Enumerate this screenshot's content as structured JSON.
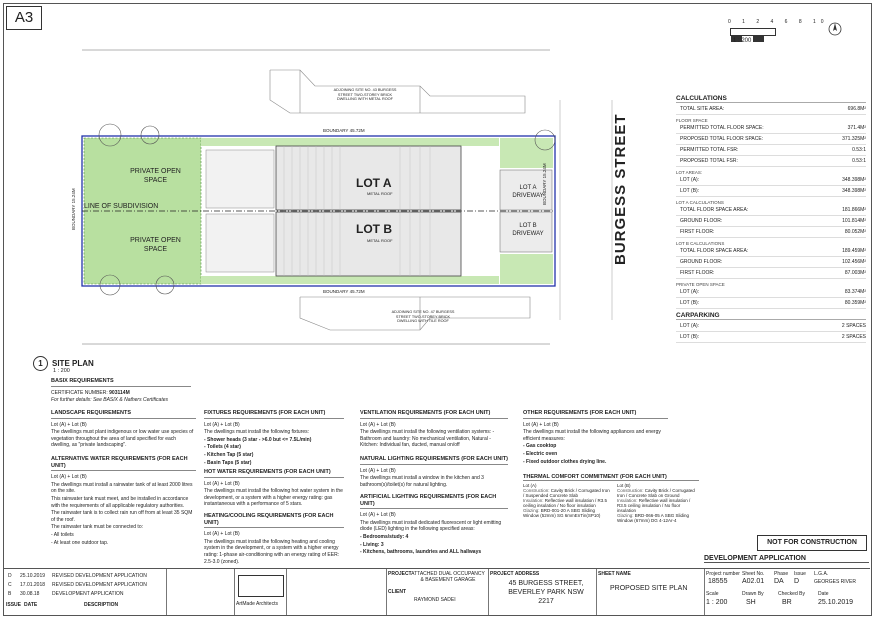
{
  "sheet": {
    "size": "A3",
    "scale_label": "1 : 200",
    "scale_bar_ticks": "0 1 2 4 6 8 10"
  },
  "site_plan": {
    "number": "1",
    "title": "SITE PLAN",
    "scale": "1 : 200",
    "street_name": "BURGESS STREET",
    "lot_a": "LOT A",
    "lot_b": "LOT B",
    "lot_a_driveway": "LOT A DRIVEWAY",
    "lot_b_driveway": "LOT B DRIVEWAY",
    "private_open_space": "PRIVATE OPEN SPACE",
    "line_of_subdivision": "LINE OF SUBDIVISION",
    "boundary_top": "BOUNDARY 45.72M",
    "boundary_bottom": "BOUNDARY 45.72M",
    "boundary_street": "BOUNDARY 15.24M",
    "boundary_rear": "BOUNDARY 15.24M",
    "neighbour_top": "ADJOINING SITE NO. 43 BURGESS STREET TWO-STOREY BRICK DWELLING WITH METAL ROOF",
    "neighbour_bottom": "ADJOINING SITE NO. 47 BURGESS STREET TWO-STOREY BRICK DWELLING WITH TILE ROOF",
    "metal_roof": "METAL ROOF"
  },
  "calculations": {
    "title": "CALCULATIONS",
    "rows_total": [
      [
        "TOTAL SITE AREA:",
        "696.8M²"
      ]
    ],
    "floor_space_title": "FLOOR SPACE",
    "floor_space": [
      [
        "PERMITTED TOTAL FLOOR SPACE:",
        "371.4M²"
      ],
      [
        "PROPOSED TOTAL FLOOR SPACE:",
        "371.325M²"
      ],
      [
        "PERMITTED TOTAL FSR:",
        "0.53:1"
      ],
      [
        "PROPOSED TOTAL FSR:",
        "0.53:1"
      ]
    ],
    "lot_areas_title": "LOT AREAS:",
    "lot_areas": [
      [
        "LOT (A):",
        "348.398M²"
      ],
      [
        "LOT (B):",
        "348.398M²"
      ]
    ],
    "lot_a_title": "LOT A CALCULATIONS",
    "lot_a": [
      [
        "TOTAL FLOOR SPACE AREA:",
        "181.866M²"
      ],
      [
        "GROUND FLOOR:",
        "101.814M²"
      ],
      [
        "FIRST FLOOR:",
        "80.052M²"
      ]
    ],
    "lot_b_title": "LOT B CALCULATIONS",
    "lot_b": [
      [
        "TOTAL FLOOR SPACE AREA:",
        "189.459M²"
      ],
      [
        "GROUND FLOOR:",
        "102.456M²"
      ],
      [
        "FIRST FLOOR:",
        "87.003M²"
      ]
    ],
    "pos_title": "PRIVATE OPEN SPACE",
    "pos": [
      [
        "LOT (A):",
        "83.374M²"
      ],
      [
        "LOT (B):",
        "80.359M²"
      ]
    ],
    "carparking_title": "CARPARKING",
    "carparking": [
      [
        "LOT (A):",
        "2 SPACES"
      ],
      [
        "LOT (B):",
        "2 SPACES"
      ]
    ]
  },
  "basix": {
    "title": "BASIX REQUIREMENTS",
    "cert_label": "CERTIFICATE NUMBER:",
    "cert_value": "903114M",
    "note": "For further details: See BASIX & Nathers Certificates"
  },
  "landscape": {
    "title": "LANDSCAPE REQUIREMENTS",
    "lots": "Lot (A) + Lot (B)",
    "text": "The dwellings must plant indigenous or low water use species of vegetation throughout the area of land specified for each dwelling, as \"private landscaping\"."
  },
  "alt_water": {
    "title": "ALTERNATIVE WATER REQUIREMENTS (FOR EACH UNIT)",
    "lots": "Lot (A) + Lot (B)",
    "text1": "The dwellings must install a rainwater tank of at least 2000 litres on the site.",
    "text2": "This rainwater tank must meet, and be installed in accordance with the requirements of all applicable regulatory authorities.",
    "text3": "The rainwater tank is to collect rain run off from at least 35 SQM of the roof.",
    "text4": "The rainwater tank must be connected to:",
    "item1": "- All toilets",
    "item2": "- At least one outdoor tap."
  },
  "fixtures": {
    "title": "FIXTURES REQUIREMENTS (FOR EACH UNIT)",
    "lots": "Lot (A) + Lot (B)",
    "text": "The dwellings must install the following fixtures:",
    "items": [
      "- Shower heads  (3 star - >6.0 but <= 7.5L/min)",
      "- Toilets  (4 star)",
      "- Kitchen Tap  (5 star)",
      "- Basin Taps  (5 star)"
    ]
  },
  "hot_water": {
    "title": "HOT WATER REQUIREMENTS (FOR EACH UNIT)",
    "lots": "Lot (A) + Lot (B)",
    "text": "The dwellings must install the following hot water system in the development, or a system with a higher energy rating: gas instantaneous with a performance of 5 stars."
  },
  "heating": {
    "title": "HEATING/COOLING REQUIREMENTS (FOR EACH UNIT)",
    "lots": "Lot (A) + Lot (B)",
    "text": "The dwellings must install the following heating and cooling system in the development, or a system with a higher energy rating: 1-phase air-conditioning with an energy rating of EER: 2.5-3.0 (zoned)."
  },
  "ventilation": {
    "title": "VENTILATION REQUIREMENTS (FOR EACH UNIT)",
    "lots": "Lot (A) + Lot (B)",
    "text": "The dwellings must install the following ventilation systems: - Bathroom and laundry: No mechanical ventilation, Natural - Kitchen: Individual fan, ducted, manual on/off"
  },
  "natural_light": {
    "title": "NATURAL LIGHTING REQUIREMENTS (FOR EACH UNIT)",
    "lots": "Lot (A) + Lot (B)",
    "text": "The dwellings must install a window in the kitchen and 3 bathroom(s)/toilet(s) for natural lighting."
  },
  "artificial_light": {
    "title": "ARTIFICIAL LIGHTING REQUIREMENTS (FOR EACH UNIT)",
    "lots": "Lot (A) + Lot (B)",
    "text": "The dwellings must install dedicated fluorescent or light emitting diode (LED) lighting in the following specified areas:",
    "items": [
      "- Bedrooms/study: 4",
      "- Living: 3",
      "- Kitchens, bathrooms, laundries and ALL hallways"
    ]
  },
  "other": {
    "title": "OTHER REQUIREMENTS (FOR EACH UNIT)",
    "lots": "Lot (A) + Lot (B)",
    "text": "The dwellings must install the following appliances and energy efficient measures:",
    "items": [
      "- Gas cooktop",
      "- Electric oven",
      "- Fixed outdoor clothes drying line."
    ]
  },
  "thermal": {
    "title": "THERMAL COMFORT COMMITMENT (FOR EACH UNIT)",
    "lot_a": "Lot (A)",
    "lot_b": "Lot (B)",
    "construction_label": "Construction:",
    "insulation_label": "Insulation:",
    "glazing_label": "Glazing:",
    "construction": "Cavity Brick / Corrugated Iron / Suspended Concrete Slab",
    "construction_b": "Cavity Brick / Corrugated Iron / Concrete Slab on Ground",
    "insulation": "Reflective wall insulation / R3.5 ceiling insulation / No floor insulation",
    "glazing_a": "BRD-001-20 A SBG Sliding Window (52mm) SG 6mmEnTin(SP10)",
    "glazing_b": "BRD-066-05 A SBG Sliding Window (67mm) DG 4-12Ar-4"
  },
  "not_for_construction": "NOT FOR CONSTRUCTION",
  "title_block": {
    "banner": "DEVELOPMENT APPLICATION",
    "revisions": [
      [
        "D",
        "25.10.2019",
        "REVISED DEVELOPMENT APPLICATION"
      ],
      [
        "C",
        "17.01.2018",
        "REVISED DEVELOPMENT APPLICATION"
      ],
      [
        "B",
        "30.08.18",
        "DEVELOPMENT APPLICATION"
      ]
    ],
    "rev_headers": [
      "ISSUE",
      "DATE",
      "DESCRIPTION"
    ],
    "firm": "ArtMade Architects",
    "project_label": "PROJECT",
    "project": "ATTACHED DUAL OCCUPANCY & BASEMENT GARAGE",
    "client_label": "CLIENT",
    "client": "RAYMOND SADEI",
    "address_label": "PROJECT ADDRESS",
    "address": "45 BURGESS STREET, BEVERLEY PARK NSW 2217",
    "sheet_label": "SHEET NAME",
    "sheet_name": "PROPOSED SITE PLAN",
    "proj_no_label": "Project number",
    "proj_no": "18555",
    "sheet_no_label": "Sheet No.",
    "sheet_no": "A02.01",
    "phase_label": "Phase",
    "phase": "DA",
    "issue_label": "Issue",
    "issue": "D",
    "lga_label": "L.G.A.",
    "lga": "GEORGES RIVER",
    "scale_label": "Scale",
    "scale": "1 : 200",
    "drawn_label": "Drawn By",
    "drawn": "SH",
    "checked_label": "Checked By",
    "checked": "BR",
    "date_label": "Date",
    "date": "25.10.2019"
  }
}
